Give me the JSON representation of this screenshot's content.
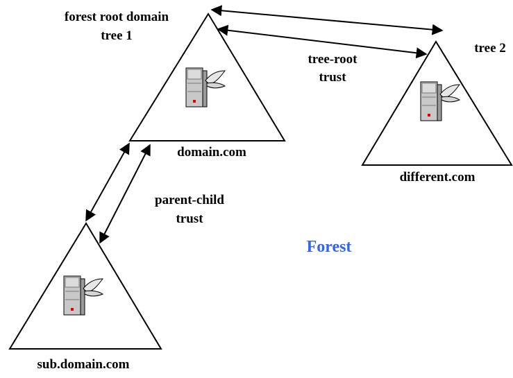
{
  "labels": {
    "forest_root_line1": "forest root domain",
    "forest_root_line2": "tree 1",
    "tree2": "tree 2",
    "tree_root_trust_line1": "tree-root",
    "tree_root_trust_line2": "trust",
    "domain": "domain.com",
    "different": "different.com",
    "parent_child_line1": "parent-child",
    "parent_child_line2": "trust",
    "sub_domain": "sub.domain.com",
    "forest": "Forest"
  },
  "colors": {
    "stroke": "#000000",
    "forest_title": "#3366ee",
    "server_body": "#c8c8c8",
    "server_led": "#e00000"
  }
}
